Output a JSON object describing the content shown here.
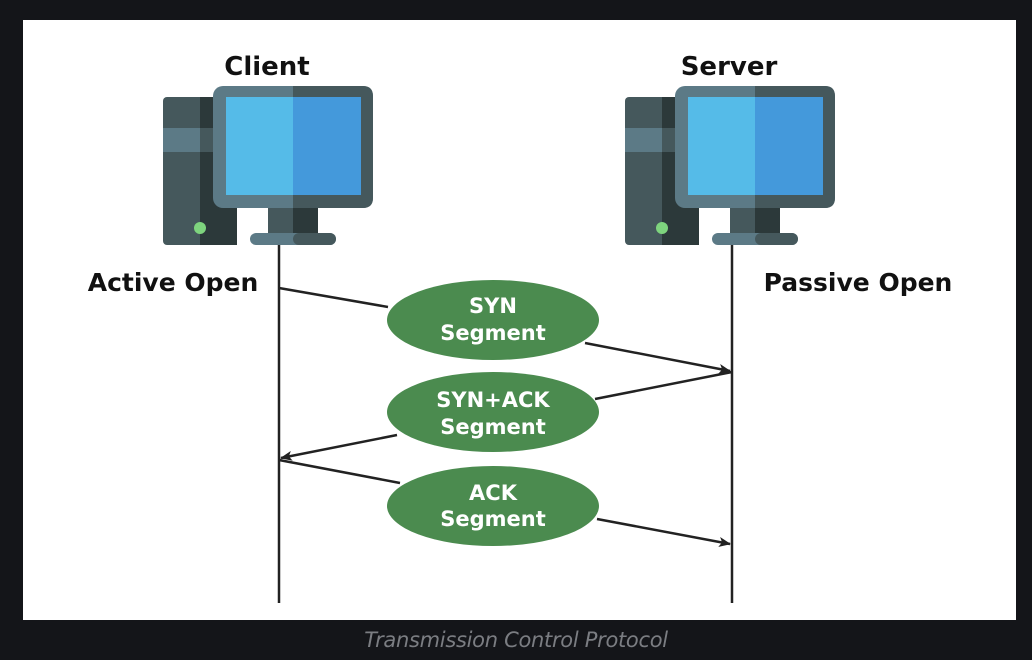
{
  "diagram": {
    "title": "TCP Three-Way Handshake",
    "caption": "Transmission Control Protocol",
    "colors": {
      "page_background": "#141519",
      "panel_background": "#ffffff",
      "segment_fill": "#4b8b4f",
      "segment_text": "#ffffff",
      "line": "#222222",
      "screen_light": "#55bbe8",
      "screen_dark": "#4499db",
      "frame_light": "#5c7a86",
      "frame_dark": "#45585c",
      "case_dark": "#2c393a",
      "power_led": "#7ed47e"
    },
    "nodes": [
      {
        "id": "client",
        "label": "Client",
        "state_label": "Active Open",
        "icon": "computer-icon"
      },
      {
        "id": "server",
        "label": "Server",
        "state_label": "Passive Open",
        "icon": "computer-icon"
      }
    ],
    "segments": [
      {
        "line1": "SYN",
        "line2": "Segment",
        "from": "client",
        "to": "server"
      },
      {
        "line1": "SYN+ACK",
        "line2": "Segment",
        "from": "server",
        "to": "client"
      },
      {
        "line1": "ACK",
        "line2": "Segment",
        "from": "client",
        "to": "server"
      }
    ]
  }
}
